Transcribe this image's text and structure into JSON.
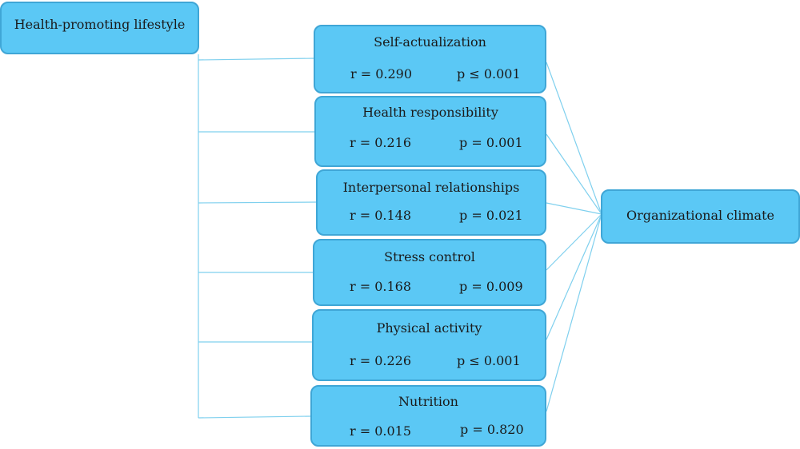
{
  "source": {
    "label": "Health-promoting lifestyle"
  },
  "target": {
    "label": "Organizational climate"
  },
  "factors": [
    {
      "label": "Self-actualization",
      "r": "r = 0.290",
      "p": "p ≤ 0.001"
    },
    {
      "label": "Health responsibility",
      "r": "r = 0.216",
      "p": "p = 0.001"
    },
    {
      "label": "Interpersonal relationships",
      "r": "r = 0.148",
      "p": "p = 0.021"
    },
    {
      "label": "Stress control",
      "r": "r = 0.168",
      "p": "p = 0.009"
    },
    {
      "label": "Physical activity",
      "r": "r = 0.226",
      "p": "p ≤ 0.001"
    },
    {
      "label": "Nutrition",
      "r": "r = 0.015",
      "p": "p = 0.820"
    }
  ],
  "colors": {
    "box_fill": "#5bc8f5",
    "box_border": "#3fa6d6",
    "connector": "#7fd0ee"
  }
}
